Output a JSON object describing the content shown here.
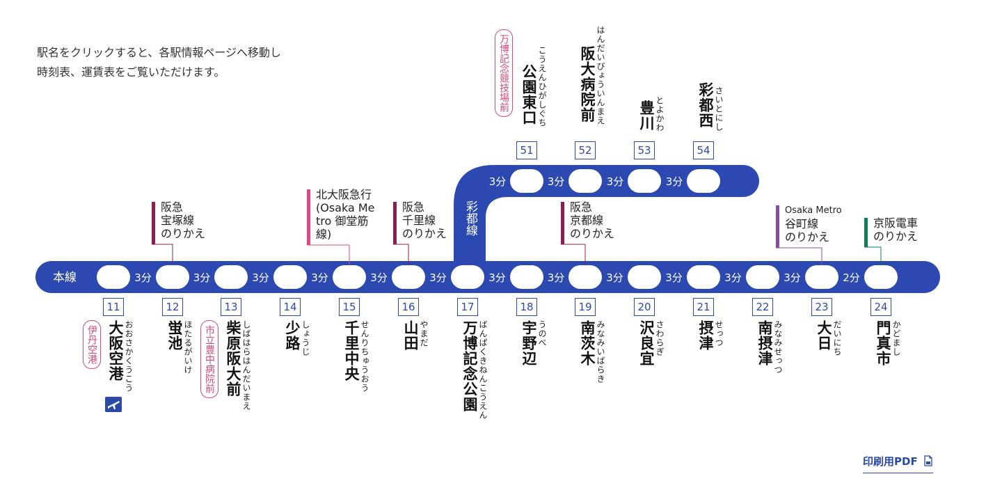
{
  "intro": {
    "line1": "駅名をクリックすると、各駅情報ページへ移動し",
    "line2": "時刻表、運賃表をご覧いただけます。"
  },
  "lines": {
    "main": "本線",
    "branch": "彩都線"
  },
  "colors": {
    "line": "#2b49b0",
    "num": "#2b4aa5",
    "pink": "#d14a7b",
    "hankyu": "#8b1f4e",
    "kitakyu": "#e4467b",
    "tanimachi": "#8a4ca0",
    "keihan": "#0f7d57"
  },
  "main_stations": [
    {
      "num": "11",
      "name": "大阪空港",
      "kana": "おおさかくうこう",
      "sub": "伊丹空港",
      "icon": "airplane-icon"
    },
    {
      "num": "12",
      "name": "蛍池",
      "kana": "ほたるがいけ"
    },
    {
      "num": "13",
      "name": "柴原阪大前",
      "kana": "しばはらはんだいまえ",
      "sub": "市立豊中病院前"
    },
    {
      "num": "14",
      "name": "少路",
      "kana": "しょうじ"
    },
    {
      "num": "15",
      "name": "千里中央",
      "kana": "せんりちゅうおう"
    },
    {
      "num": "16",
      "name": "山田",
      "kana": "やまだ"
    },
    {
      "num": "17",
      "name": "万博記念公園",
      "kana": "ばんぱくきねんこうえん"
    },
    {
      "num": "18",
      "name": "宇野辺",
      "kana": "うのべ"
    },
    {
      "num": "19",
      "name": "南茨木",
      "kana": "みなみいばらき"
    },
    {
      "num": "20",
      "name": "沢良宜",
      "kana": "さわらぎ"
    },
    {
      "num": "21",
      "name": "摂津",
      "kana": "せっつ"
    },
    {
      "num": "22",
      "name": "南摂津",
      "kana": "みなみせっつ"
    },
    {
      "num": "23",
      "name": "大日",
      "kana": "だいにち"
    },
    {
      "num": "24",
      "name": "門真市",
      "kana": "かどまし"
    }
  ],
  "main_minutes": [
    "3分",
    "3分",
    "3分",
    "3分",
    "3分",
    "3分",
    "3分",
    "3分",
    "3分",
    "3分",
    "3分",
    "3分",
    "2分"
  ],
  "branch_stations": [
    {
      "num": "51",
      "name": "公園東口",
      "kana": "こうえんひがしぐち",
      "sub": "万博記念競技場前"
    },
    {
      "num": "52",
      "name": "阪大病院前",
      "kana": "はんだいびょういんまえ"
    },
    {
      "num": "53",
      "name": "豊川",
      "kana": "とよかわ"
    },
    {
      "num": "54",
      "name": "彩都西",
      "kana": "さいとにし"
    }
  ],
  "branch_minutes": [
    "3分",
    "3分",
    "3分",
    "3分"
  ],
  "transfers": [
    {
      "lines": [
        "阪急",
        "宝塚線",
        "のりかえ"
      ]
    },
    {
      "lines": [
        "北大阪急行",
        "(Osaka Me",
        "tro 御堂筋",
        "線)"
      ]
    },
    {
      "lines": [
        "阪急",
        "千里線",
        "のりかえ"
      ]
    },
    {
      "lines": [
        "阪急",
        "京都線",
        "のりかえ"
      ]
    },
    {
      "lines": [
        "Osaka Metro",
        "谷町線",
        "のりかえ"
      ]
    },
    {
      "lines": [
        "京阪電車",
        "のりかえ"
      ]
    }
  ],
  "pdf": {
    "label": "印刷用PDF",
    "icon": "pdf-icon"
  }
}
